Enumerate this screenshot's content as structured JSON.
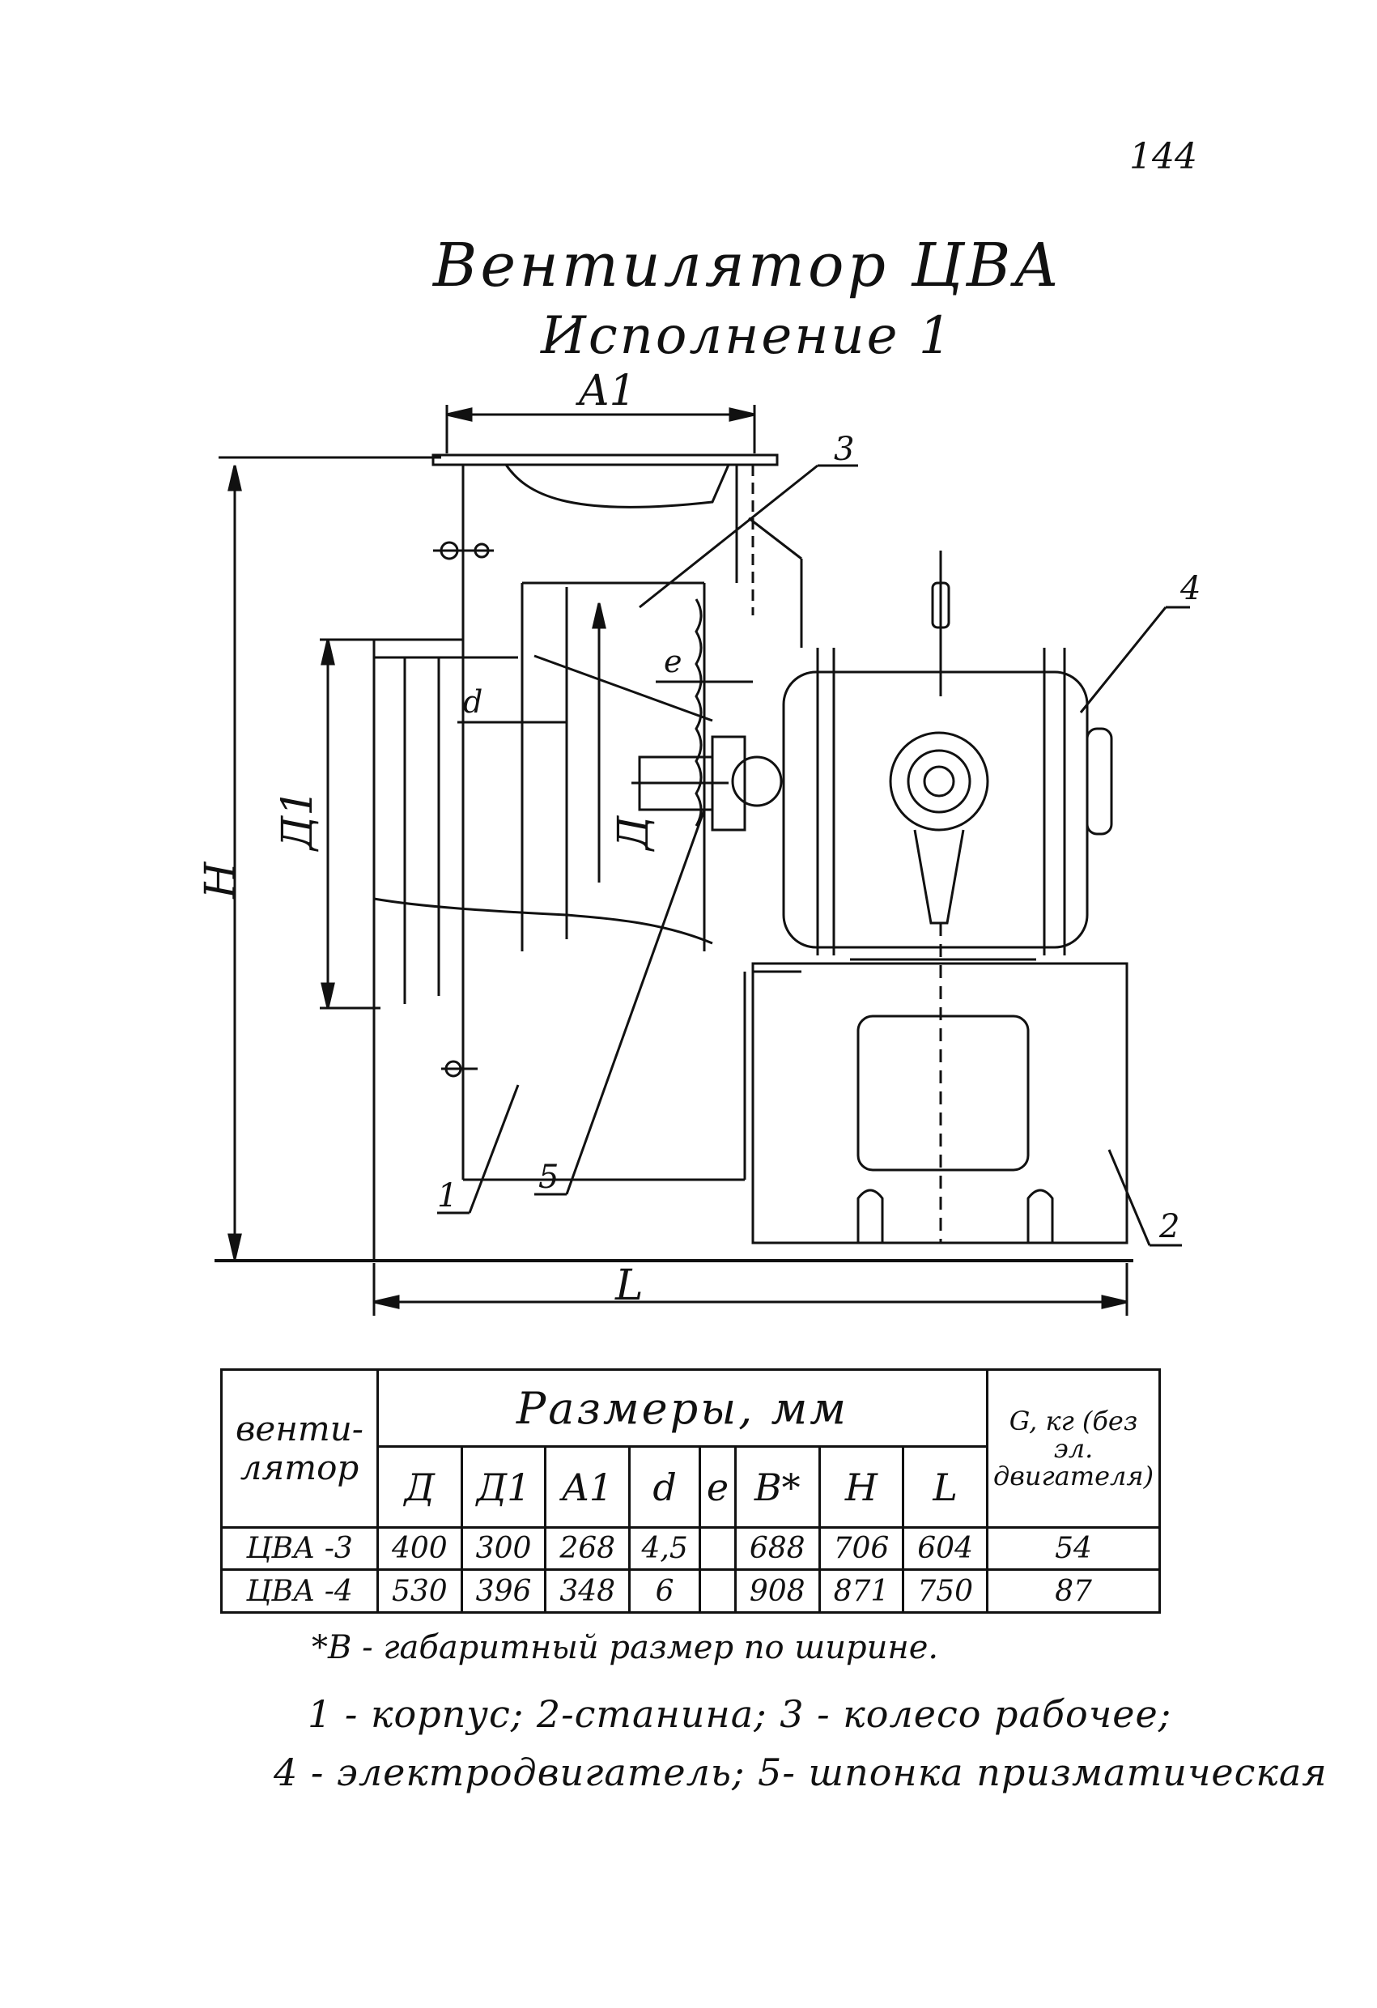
{
  "page_number": "144",
  "title": "Вентилятор ЦВА",
  "subtitle": "Исполнение 1",
  "drawing": {
    "dimension_labels": {
      "A1": "A1",
      "H": "H",
      "L": "L",
      "D1": "Д1",
      "D": "Д",
      "d": "d",
      "e": "e"
    },
    "callouts": [
      "1",
      "2",
      "3",
      "4",
      "5"
    ]
  },
  "table": {
    "col_fan_label": "венти- лятор",
    "dims_header": "Размеры, мм",
    "weight_header": "G, кг (без эл. двигателя)",
    "dim_columns": [
      "Д",
      "Д1",
      "A1",
      "d",
      "e",
      "B*",
      "H",
      "L"
    ],
    "rows": [
      {
        "fan": "ЦВА -3",
        "values": [
          "400",
          "300",
          "268",
          "4,5",
          "",
          "688",
          "706",
          "604"
        ],
        "weight": "54"
      },
      {
        "fan": "ЦВА -4",
        "values": [
          "530",
          "396",
          "348",
          "6",
          "",
          "908",
          "871",
          "750"
        ],
        "weight": "87"
      }
    ]
  },
  "footnote": "*B - габаритный размер по ширине.",
  "legend_line1": "1 - корпус; 2-станина; 3 - колесо рабочее;",
  "legend_line2": "4 - электродвигатель; 5- шпонка призматическая"
}
